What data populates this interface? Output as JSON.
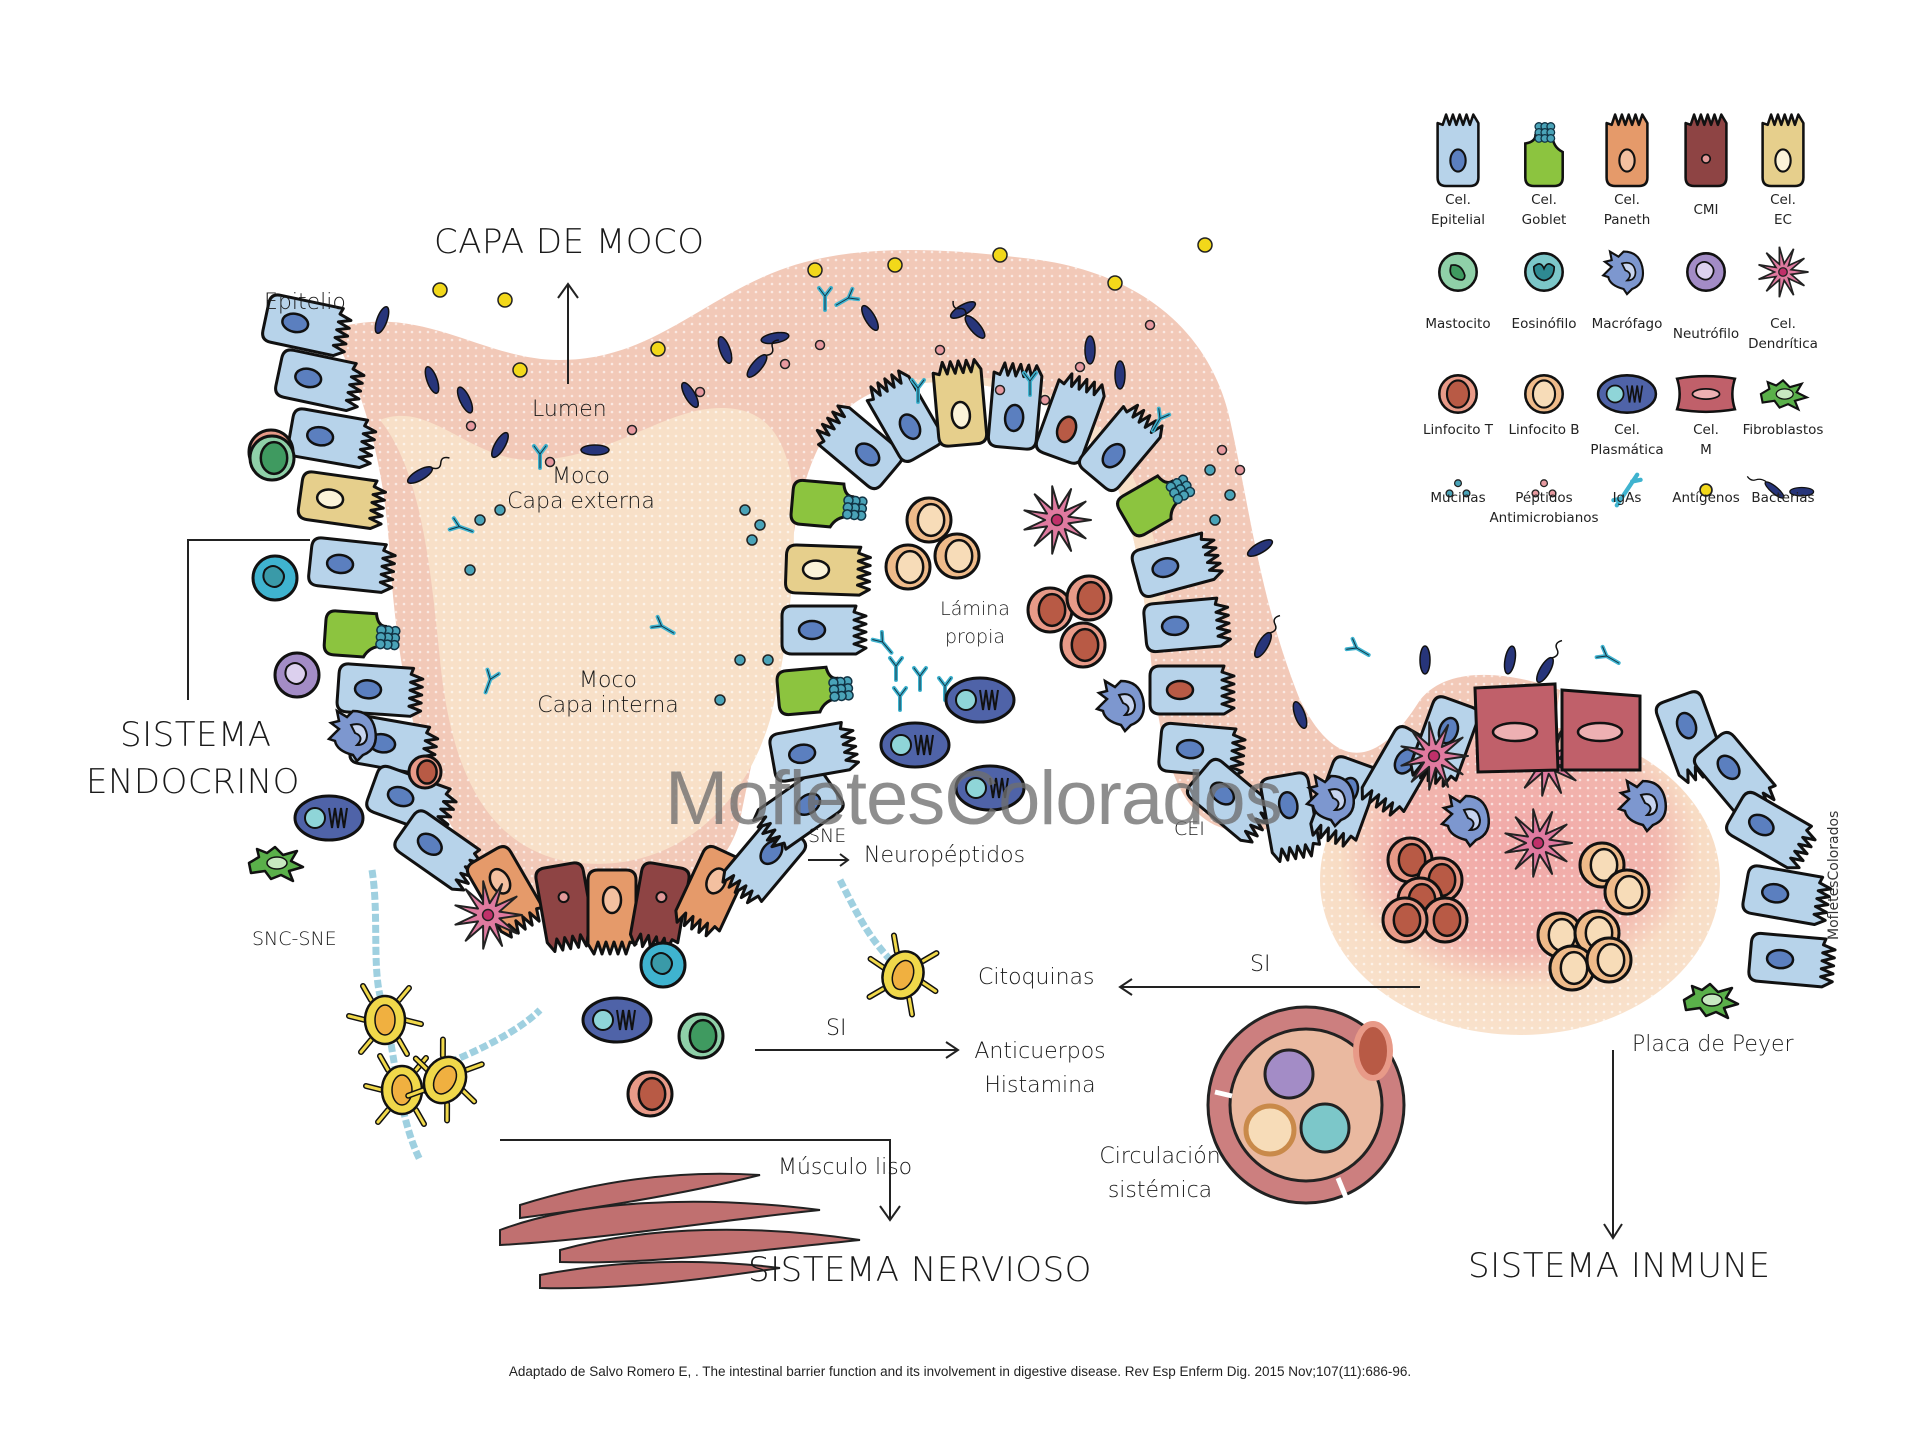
{
  "title": "CAPA DE MOCO",
  "labels": {
    "epitelio": "Epitelio",
    "lumen": "Lumen",
    "moco_ext_1": "Moco",
    "moco_ext_2": "Capa externa",
    "moco_int_1": "Moco",
    "moco_int_2": "Capa interna",
    "lamina_1": "Lámina",
    "lamina_2": "propia",
    "sne": "SNE",
    "neuropeptidos": "Neuropéptidos",
    "cei": "CEI",
    "snc_sne": "SNC-SNE",
    "citoquinas": "Citoquinas",
    "si_top": "SI",
    "si_bottom": "SI",
    "anticuerpos": "Anticuerpos",
    "histamina": "Histamina",
    "musculo_liso": "Músculo liso",
    "circulacion_1": "Circulación",
    "circulacion_2": "sistémica",
    "placa_peyer": "Placa de Peyer"
  },
  "systems": {
    "endocrino_1": "SISTEMA",
    "endocrino_2": "ENDOCRINO",
    "nervioso": "SISTEMA NERVIOSO",
    "inmune": "SISTEMA INMUNE"
  },
  "legend": [
    {
      "icon": "epithelial-cell-icon",
      "label": [
        "Cel.",
        "Epitelial"
      ]
    },
    {
      "icon": "goblet-cell-icon",
      "label": [
        "Cel.",
        "Goblet"
      ]
    },
    {
      "icon": "paneth-cell-icon",
      "label": [
        "Cel.",
        "Paneth"
      ]
    },
    {
      "icon": "cmi-cell-icon",
      "label": [
        "CMI"
      ]
    },
    {
      "icon": "ec-cell-icon",
      "label": [
        "Cel.",
        "EC"
      ]
    },
    {
      "icon": "mast-cell-icon",
      "label": [
        "Mastocito"
      ]
    },
    {
      "icon": "eosinophil-icon",
      "label": [
        "Eosinófilo"
      ]
    },
    {
      "icon": "macrophage-icon",
      "label": [
        "Macrófago"
      ]
    },
    {
      "icon": "neutrophil-icon",
      "label": [
        "Neutrófilo"
      ]
    },
    {
      "icon": "dendritic-cell-icon",
      "label": [
        "Cel.",
        "Dendrítica"
      ]
    },
    {
      "icon": "t-lymphocyte-icon",
      "label": [
        "Linfocito T"
      ]
    },
    {
      "icon": "b-lymphocyte-icon",
      "label": [
        "Linfocito B"
      ]
    },
    {
      "icon": "plasma-cell-icon",
      "label": [
        "Cel.",
        "Plasmática"
      ]
    },
    {
      "icon": "m-cell-icon",
      "label": [
        "Cel.",
        "M"
      ]
    },
    {
      "icon": "fibroblast-icon",
      "label": [
        "Fibroblastos"
      ]
    },
    {
      "icon": "mucins-icon",
      "label": [
        "Mucinas"
      ]
    },
    {
      "icon": "antimicrobial-peptides-icon",
      "label": [
        "Péptidos",
        "Antimicrobianos"
      ]
    },
    {
      "icon": "iga-icon",
      "label": [
        "IgAs"
      ]
    },
    {
      "icon": "antigen-icon",
      "label": [
        "Antígenos"
      ]
    },
    {
      "icon": "bacteria-icon",
      "label": [
        "Bacterias"
      ]
    }
  ],
  "colors": {
    "epithelial": "#b7d3ea",
    "nucleus": "#5b7fbf",
    "goblet": "#8cc43f",
    "paneth": "#e59a6a",
    "cmi": "#8e4444",
    "ec": "#e6cf8c",
    "mucus_outer": "#f2c9b8",
    "mucus_inner": "#f8e0c8",
    "t_lymph": "#e89a88",
    "t_lymph_nucleus": "#b85a45",
    "b_lymph": "#efbb8a",
    "plasma": "#4f63a8",
    "m_cell": "#c0606a",
    "dendritic": "#e07aa0",
    "fibroblast": "#5ab04a",
    "mucin": "#4aa3b8",
    "peptide": "#e79aa0",
    "iga": "#3fb3cf",
    "antigen": "#f2d81a",
    "bacteria": "#27357a",
    "neuron": "#f0d84a",
    "muscle": "#c07070"
  },
  "watermark": "MofletesColorados",
  "watermark_vertical": "MofletesColorados",
  "citation": "Adaptado de Salvo Romero E, . The intestinal barrier function and its involvement in digestive disease. Rev Esp Enferm Dig. 2015 Nov;107(11):686-96."
}
